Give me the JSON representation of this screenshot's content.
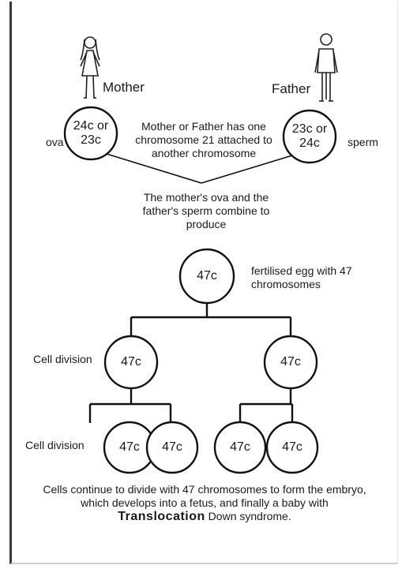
{
  "labels": {
    "mother": "Mother",
    "father": "Father",
    "ova": "ova",
    "sperm": "sperm",
    "mother_cell": "24c or\n23c",
    "father_cell": "23c or\n24c",
    "attachment_note": "Mother or Father has one chromosome 21 attached to another chromosome",
    "combine_note": "The mother's ova and the father's sperm combine to produce",
    "egg_cell": "47c",
    "egg_note": "fertilised egg with 47 chromosomes",
    "cell_division_1": "Cell division",
    "cell_division_2": "Cell division",
    "gen2_left": "47c",
    "gen2_right": "47c",
    "gen3_a": "47c",
    "gen3_b": "47c",
    "gen3_c": "47c",
    "gen3_d": "47c",
    "caption_line1": "Cells continue to divide with 47 chromosomes to form the embryo,",
    "caption_line2": "which develops into a fetus, and finally a baby with",
    "caption_translocation": "Translocation",
    "caption_down": " Down syndrome."
  },
  "icons": {
    "mother_figure": "woman-figure-icon",
    "father_figure": "man-figure-icon"
  }
}
